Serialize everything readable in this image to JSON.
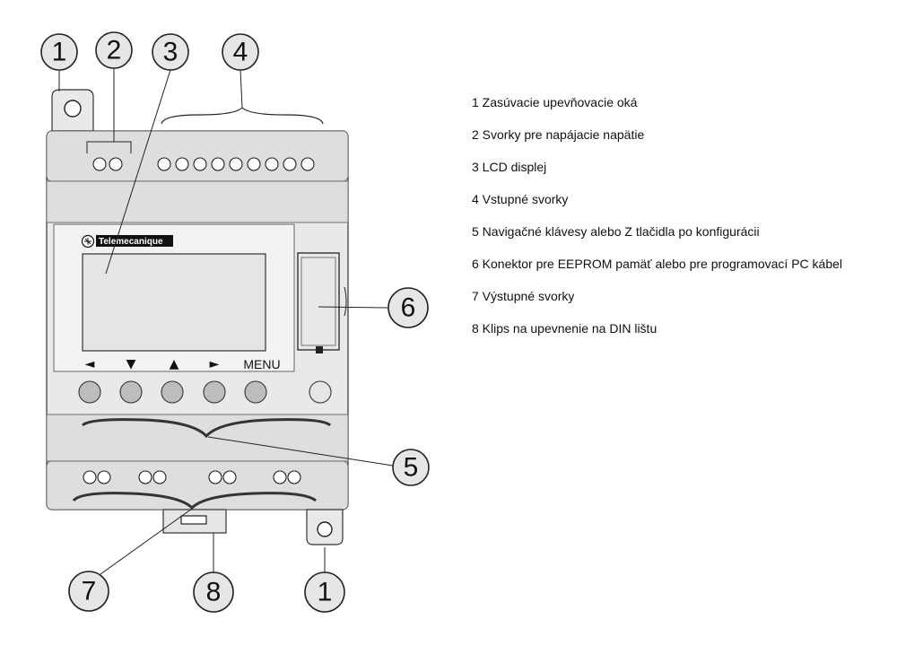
{
  "callouts": {
    "c1a": "1",
    "c2": "2",
    "c3": "3",
    "c4": "4",
    "c6": "6",
    "c5": "5",
    "c7": "7",
    "c8": "8",
    "c1b": "1"
  },
  "device": {
    "brand": "Telemecanique",
    "keys": {
      "left": "◄",
      "down": "▼",
      "up": "▲",
      "right": "►",
      "menu": "MENU"
    }
  },
  "legend": [
    "1 Zasúvacie upevňovacie oká",
    "2 Svorky pre napájacie napätie",
    "3 LCD displej",
    "4 Vstupné svorky",
    "5 Navigačné klávesy alebo Z tlačidla po konfigurácii",
    "6 Konektor pre EEPROM pamäť alebo pre programovací PC kábel",
    "7 Výstupné svorky",
    "8 Klips na upevnenie na DIN lištu"
  ]
}
